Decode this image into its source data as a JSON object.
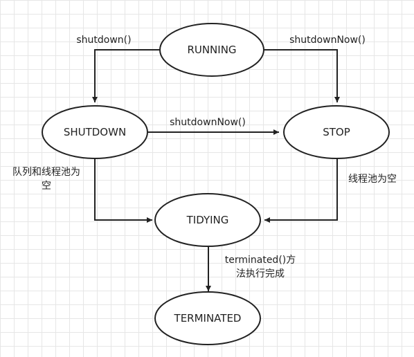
{
  "states": {
    "running": "RUNNING",
    "shutdown": "SHUTDOWN",
    "stop": "STOP",
    "tidying": "TIDYING",
    "terminated": "TERMINATED"
  },
  "transitions": {
    "running_to_shutdown": "shutdown()",
    "running_to_stop": "shutdownNow()",
    "shutdown_to_stop": "shutdownNow()",
    "shutdown_to_tidying_line1": "队列和线程池为",
    "shutdown_to_tidying_line2": "空",
    "stop_to_tidying": "线程池为空",
    "tidying_to_terminated_line1": "terminated()方",
    "tidying_to_terminated_line2": "法执行完成"
  },
  "colors": {
    "stroke": "#222222",
    "node_fill": "#ffffff",
    "grid": "#e6e6e6"
  }
}
